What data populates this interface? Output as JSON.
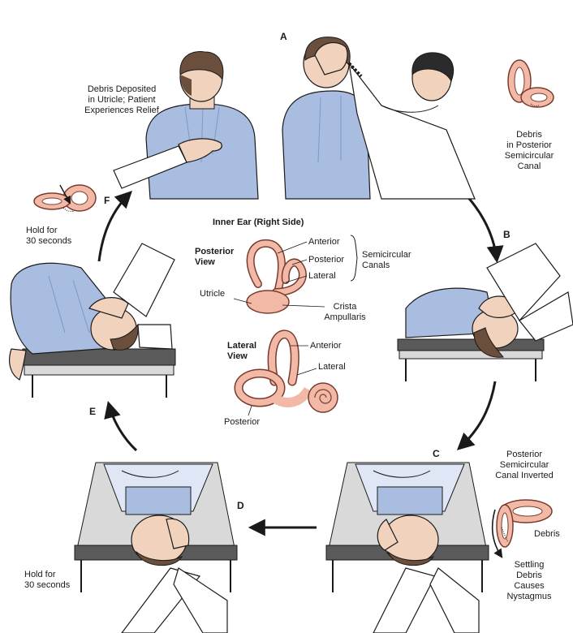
{
  "steps": {
    "a": "A",
    "b": "B",
    "c": "C",
    "d": "D",
    "e": "E",
    "f": "F"
  },
  "labels": {
    "debris_deposited_line1": "Debris Deposited",
    "debris_deposited_line2": "in Utricle; Patient",
    "debris_deposited_line3": "Experiences Relief",
    "debris_posterior_line1": "Debris",
    "debris_posterior_line2": "in Posterior",
    "debris_posterior_line3": "Semicircular",
    "debris_posterior_line4": "Canal",
    "hold_f_line1": "Hold for",
    "hold_f_line2": "30 seconds",
    "hold_d_line1": "Hold for",
    "hold_d_line2": "30 seconds",
    "inverted_line1": "Posterior",
    "inverted_line2": "Semicircular",
    "inverted_line3": "Canal Inverted",
    "debris_c": "Debris",
    "settling_line1": "Settling",
    "settling_line2": "Debris",
    "settling_line3": "Causes",
    "settling_line4": "Nystagmus"
  },
  "inner_ear": {
    "title": "Inner Ear (Right Side)",
    "posterior_view_line1": "Posterior",
    "posterior_view_line2": "View",
    "lateral_view_line1": "Lateral",
    "lateral_view_line2": "View",
    "anterior_1": "Anterior",
    "posterior_1": "Posterior",
    "lateral_1": "Lateral",
    "semicircular_line1": "Semicircular",
    "semicircular_line2": "Canals",
    "utricle": "Utricle",
    "crista_line1": "Crista",
    "crista_line2": "Ampullaris",
    "anterior_2": "Anterior",
    "lateral_2": "Lateral",
    "posterior_2": "Posterior"
  },
  "colors": {
    "shirt": "#a9bde0",
    "shirt_dark": "#7f98c8",
    "skin": "#f0d2bd",
    "hair": "#6b4f3c",
    "hair_dark": "#2b2b2b",
    "ear": "#f2b9a6",
    "ear_stroke": "#7a3b2e",
    "table_top": "#5a5a5a",
    "table_light": "#d9d9d9",
    "white_coat": "#ffffff",
    "ink": "#1a1a1a",
    "blanket": "#dfe6f5"
  }
}
